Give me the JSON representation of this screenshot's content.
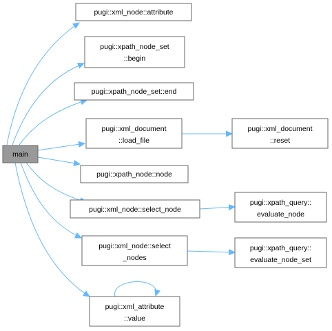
{
  "graph": {
    "nodes": {
      "main": [
        "main"
      ],
      "attribute": [
        "pugi::xml_node::attribute"
      ],
      "begin": [
        "pugi::xpath_node_set",
        "::begin"
      ],
      "end": [
        "pugi::xpath_node_set::end"
      ],
      "load_file": [
        "pugi::xml_document",
        "::load_file"
      ],
      "reset": [
        "pugi::xml_document",
        "::reset"
      ],
      "node": [
        "pugi::xpath_node::node"
      ],
      "select_node": [
        "pugi::xml_node::select_node"
      ],
      "evaluate_node": [
        "pugi::xpath_query::",
        "evaluate_node"
      ],
      "select_nodes": [
        "pugi::xml_node::select",
        "_nodes"
      ],
      "evaluate_node_set": [
        "pugi::xpath_query::",
        "evaluate_node_set"
      ],
      "value": [
        "pugi::xml_attribute",
        "::value"
      ]
    },
    "colors": {
      "edge": "#63b8ff",
      "root_fill": "#999999",
      "node_fill": "#ffffff",
      "node_border": "#666666"
    }
  }
}
